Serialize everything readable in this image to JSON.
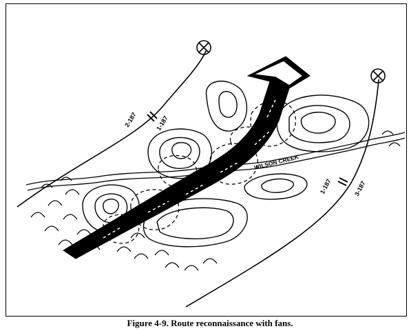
{
  "figure": {
    "caption": "Figure 4-9. Route reconnaissance with fans."
  },
  "map": {
    "creek_label": "WILSON CREEK",
    "left_boundary": {
      "upper_unit": "2-187",
      "lower_unit": "1-187"
    },
    "right_boundary": {
      "upper_unit": "1-187",
      "lower_unit": "3-187"
    },
    "colors": {
      "ink": "#000000",
      "paper": "#ffffff"
    },
    "icons": [
      "checkpoint-circle-x-icon",
      "route-arrow",
      "contour-lines",
      "vegetation-scallops"
    ]
  }
}
